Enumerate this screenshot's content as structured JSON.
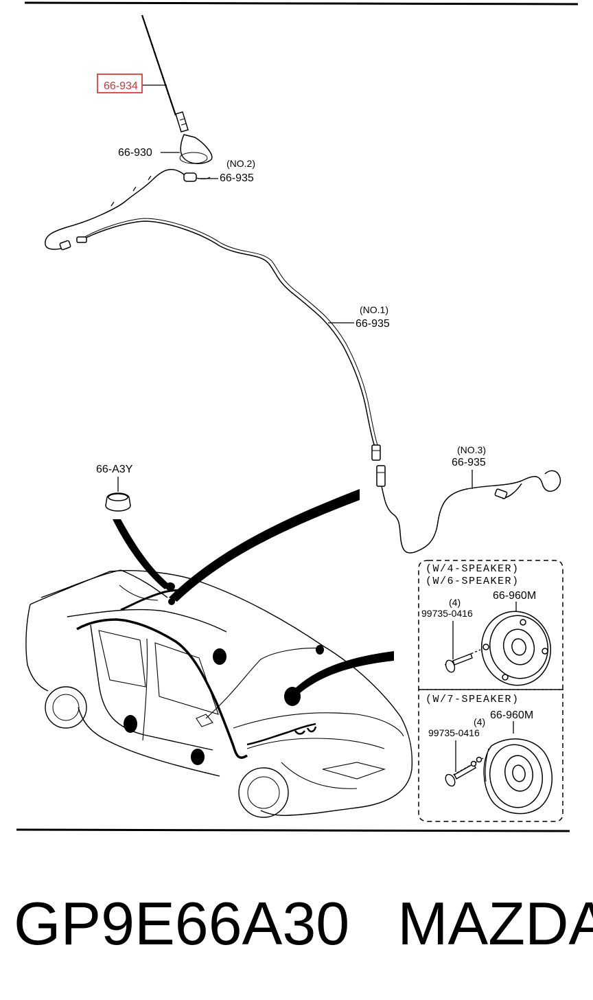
{
  "parts": {
    "antenna_rod": "66-934",
    "antenna_base": "66-930",
    "feeder_no2": {
      "tag": "(NO.2)",
      "code": "66-935"
    },
    "feeder_no1": {
      "tag": "(NO.1)",
      "code": "66-935"
    },
    "feeder_no3": {
      "tag": "(NO.3)",
      "code": "66-935"
    },
    "grommet": "66-A3Y"
  },
  "speaker_boxes": [
    {
      "variant_lines": [
        "(W/4-SPEAKER)",
        "(W/6-SPEAKER)"
      ],
      "speaker_code": "66-960M",
      "qty": "(4)",
      "screw_code": "99735-0416"
    },
    {
      "variant_lines": [
        "(W/7-SPEAKER)"
      ],
      "speaker_code": "66-960M",
      "qty": "(4)",
      "screw_code": "99735-0416"
    }
  ],
  "highlight_color": "#e05050",
  "caption": {
    "part_number": "GP9E66A30",
    "brand": "MAZDA"
  }
}
